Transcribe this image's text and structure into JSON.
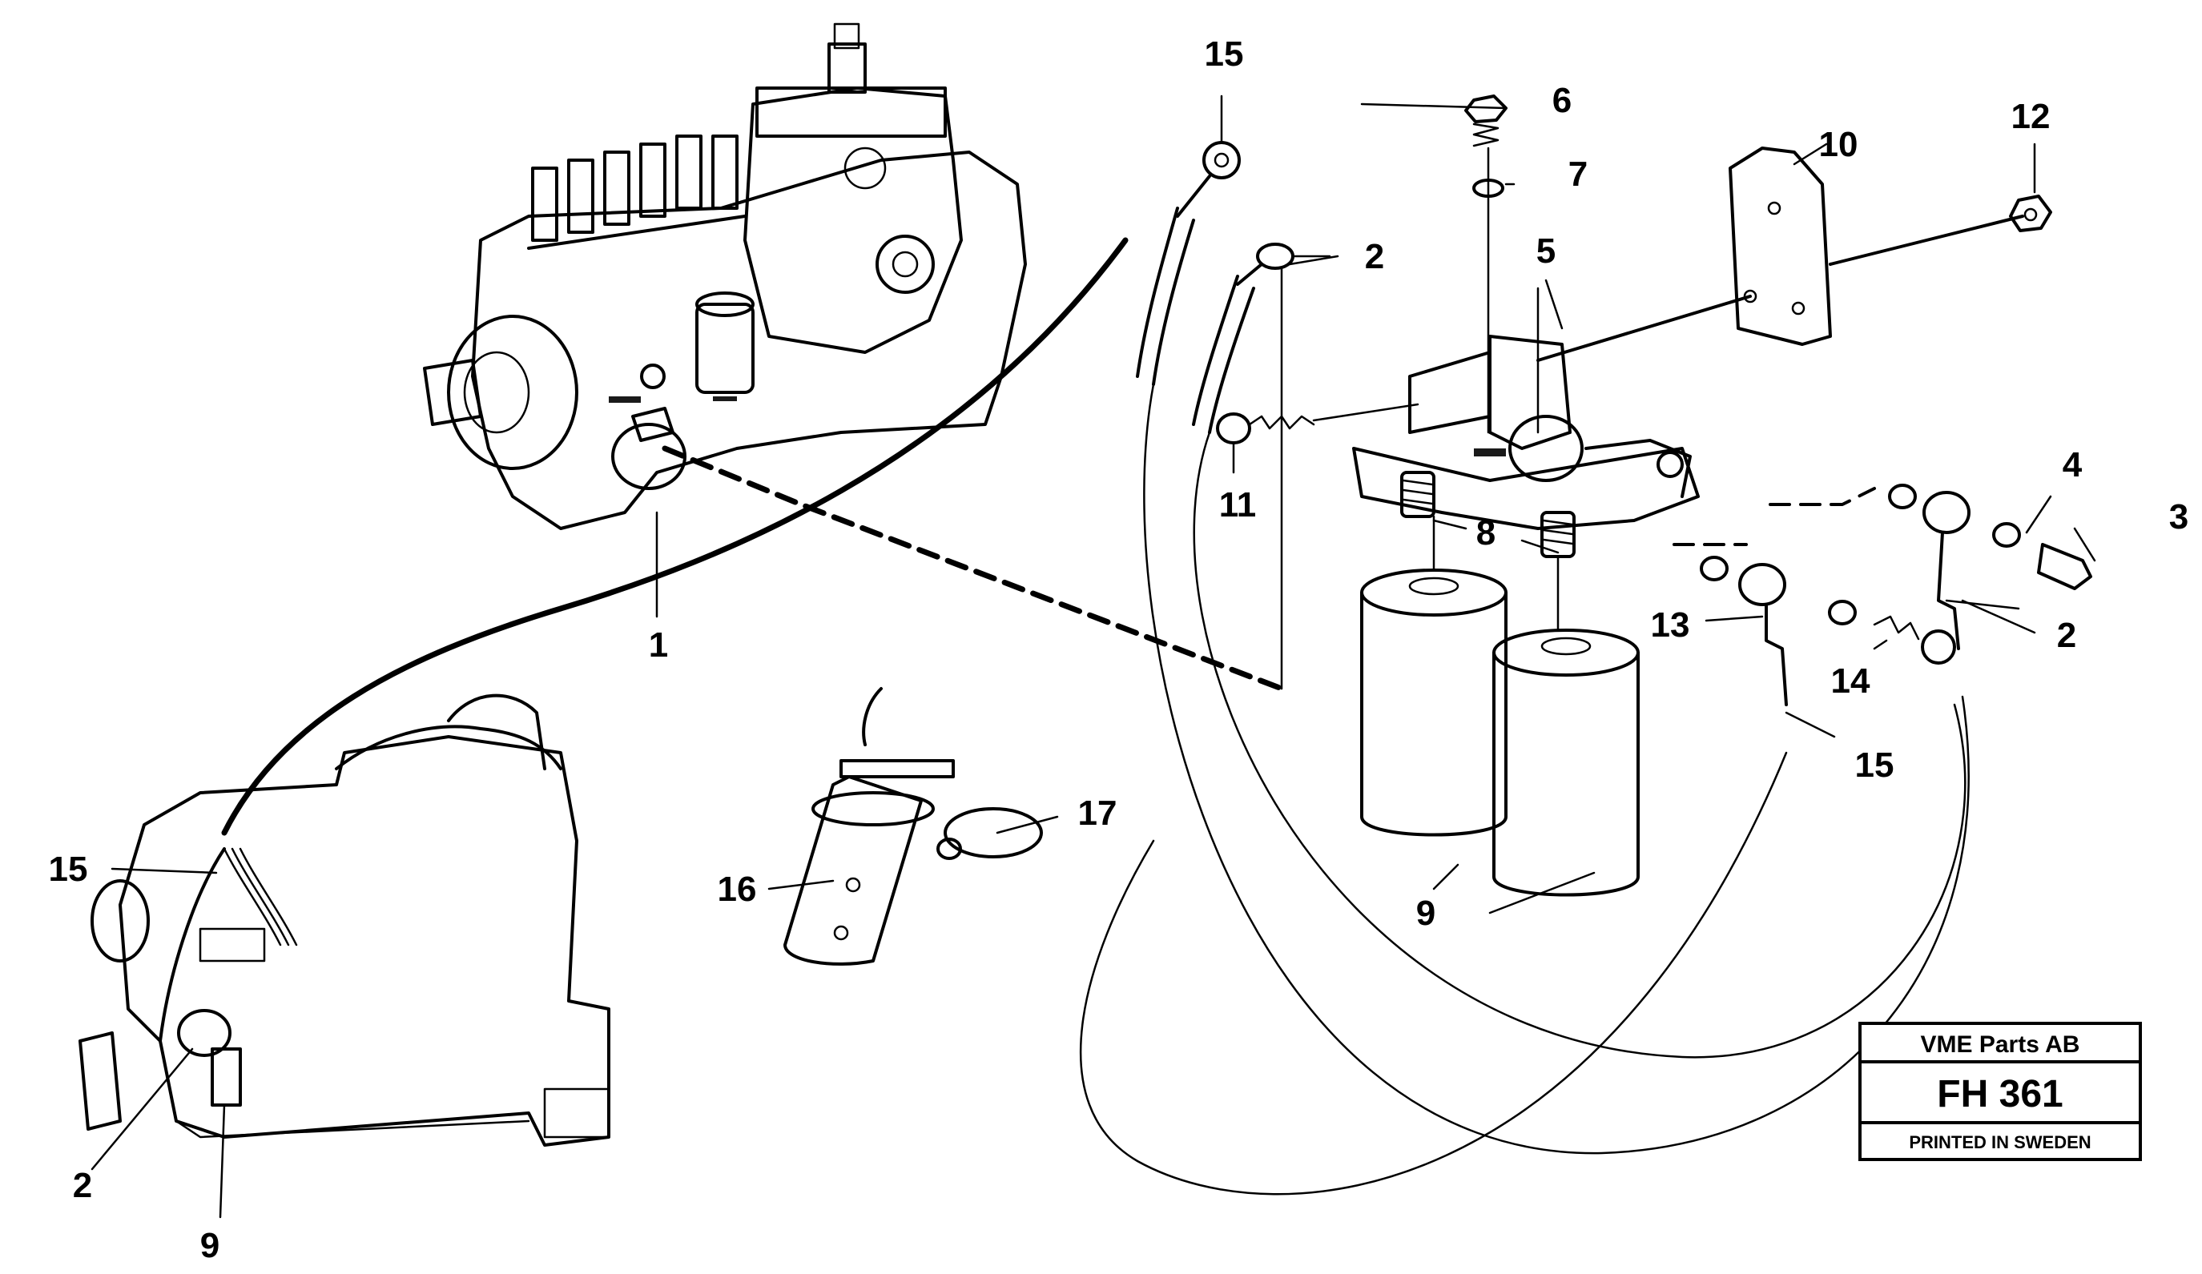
{
  "callouts": {
    "c1": "1",
    "c2a": "2",
    "c2b": "2",
    "c2c": "2",
    "c3": "3",
    "c4": "4",
    "c5": "5",
    "c6": "6",
    "c7": "7",
    "c8": "8",
    "c9a": "9",
    "c9b": "9",
    "c10": "10",
    "c11": "11",
    "c12": "12",
    "c13": "13",
    "c14": "14",
    "c15a": "15",
    "c15b": "15",
    "c15c": "15",
    "c16": "16",
    "c17": "17"
  },
  "title_block": {
    "company": "VME Parts AB",
    "code": "FH 361",
    "printed": "PRINTED IN SWEDEN"
  },
  "colors": {
    "ink": "#000000",
    "paper": "#ffffff"
  }
}
